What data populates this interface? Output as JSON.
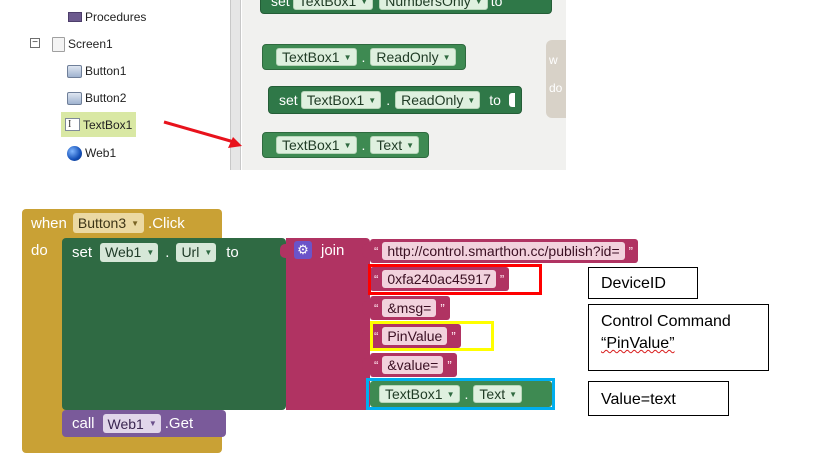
{
  "tree": {
    "procedures_label": "Procedures",
    "screen_label": "Screen1",
    "collapse_glyph": "−",
    "items": [
      {
        "label": "Button1",
        "icon": "button-icon"
      },
      {
        "label": "Button2",
        "icon": "button-icon"
      },
      {
        "label": "TextBox1",
        "icon": "textbox-icon",
        "selected": true
      },
      {
        "label": "Web1",
        "icon": "web-globe-icon"
      }
    ]
  },
  "workspace": {
    "top_partial": {
      "set": "set",
      "component": "TextBox1",
      "property": "NumbersOnly",
      "to": "to"
    },
    "readonly_getter": {
      "component": "TextBox1",
      "dot": ".",
      "property": "ReadOnly"
    },
    "readonly_setter": {
      "set": "set",
      "component": "TextBox1",
      "dot": ".",
      "property": "ReadOnly",
      "to": "to"
    },
    "text_getter": {
      "component": "TextBox1",
      "dot": ".",
      "property": "Text"
    },
    "side_block_letters": "w\ndo"
  },
  "event": {
    "when": "when",
    "button": "Button3",
    "event_name": ".Click",
    "do": "do",
    "set": "set",
    "component": "Web1",
    "dot": ".",
    "property": "Url",
    "to": "to",
    "join": "join",
    "call": "call",
    "call_component": "Web1",
    "call_method": ".Get",
    "strings": [
      "http://control.smarthon.cc/publish?id=",
      "0xfa240ac45917",
      "&msg=",
      "PinValue",
      "&value="
    ],
    "text_getter": {
      "component": "TextBox1",
      "dot": ".",
      "property": "Text"
    }
  },
  "callouts": {
    "device_id": "DeviceID",
    "control_command_line1": "Control Command",
    "control_command_line2": "“PinValue”",
    "value_text": "Value=text"
  },
  "colors": {
    "event_gold": "#c9a135",
    "setter_green": "#2f6a43",
    "text_magenta": "#b03362",
    "call_purple": "#7a5a9a",
    "highlight_red": "#ff0000",
    "highlight_yellow": "#ffff00",
    "highlight_blue": "#00aeef",
    "arrow_red": "#e8121c"
  }
}
